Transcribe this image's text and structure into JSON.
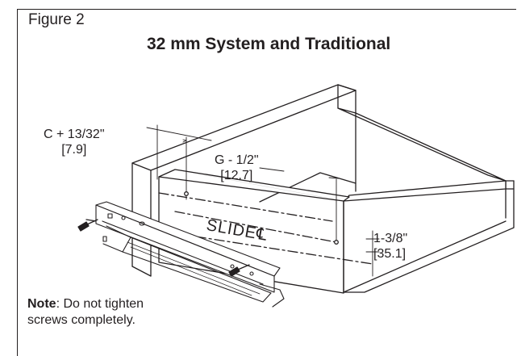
{
  "figure": {
    "label": "Figure 2",
    "title": "32 mm System and Traditional"
  },
  "dimensions": {
    "c": {
      "line1": "C + 13/32\"",
      "line2": "[7.9]"
    },
    "g": {
      "line1": "G - 1/2\"",
      "line2": "[12.7]"
    },
    "h": {
      "line1": "1-3/8\"",
      "line2": "[35.1]"
    }
  },
  "slide_label": "SLIDE",
  "centerline_symbol": "℄",
  "note": {
    "bold": "Note",
    "text": ": Do not tighten",
    "text2": "screws completely."
  },
  "colors": {
    "ink": "#231f20",
    "background": "#ffffff"
  }
}
